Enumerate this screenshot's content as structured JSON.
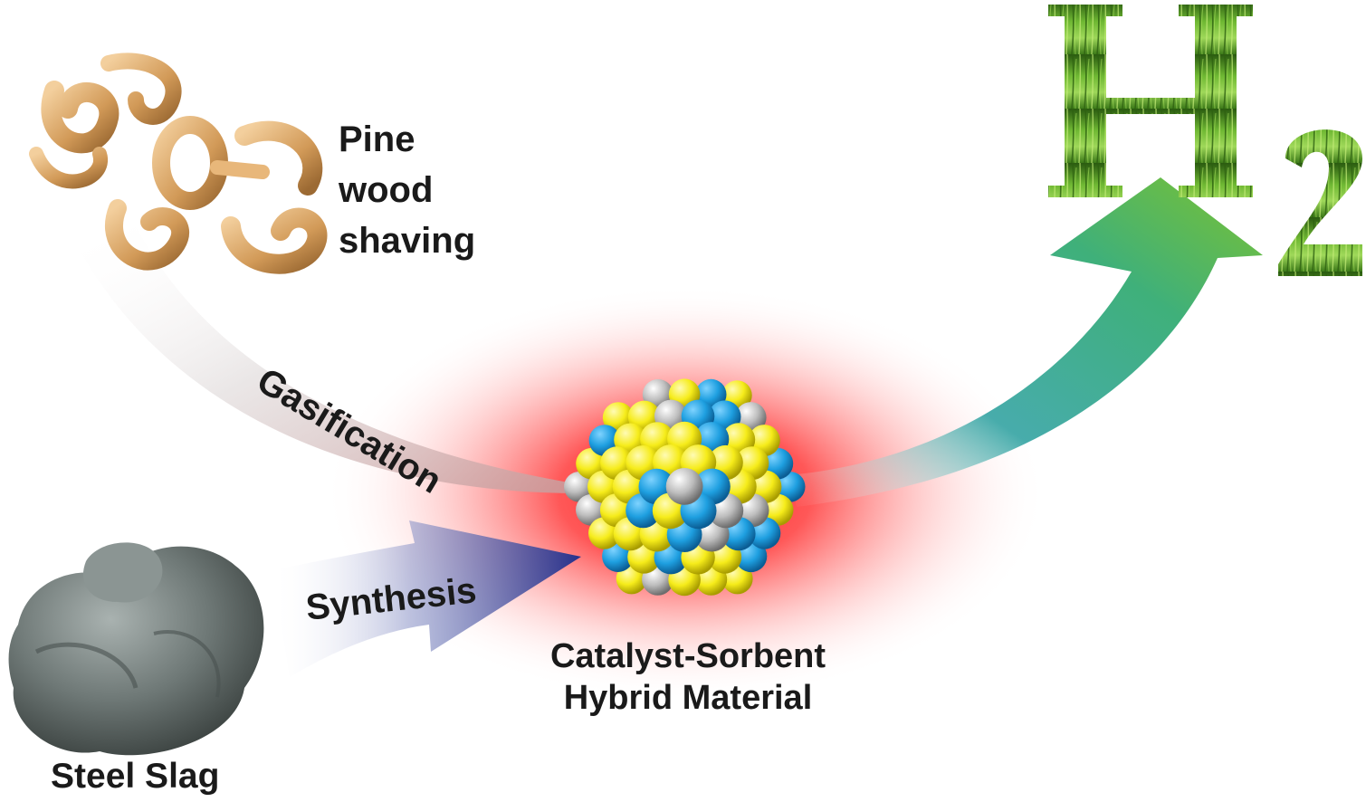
{
  "labels": {
    "pine_line1": "Pine",
    "pine_line2": "wood",
    "pine_line3": "shaving",
    "gasification": "Gasification",
    "synthesis": "Synthesis",
    "hybrid_line1": "Catalyst-Sorbent",
    "hybrid_line2": "Hybrid Material",
    "steel_slag": "Steel Slag",
    "product_symbol": "H",
    "product_subscript": "2"
  },
  "colors": {
    "glow": "#ff2a2a",
    "particle_blue": "#1e9fe0",
    "particle_yellow": "#f6ec1a",
    "particle_gray": "#b9b9b9",
    "synthesis_arrow": "#2b3a9a",
    "product_arrow_start": "#1f9aa0",
    "product_arrow_end": "#6cc030",
    "grass_light": "#8fd14a",
    "grass_dark": "#2f6a12",
    "wood": "#d9a466",
    "slag": "#6f7a78"
  },
  "icons": {
    "feedstock": "wood-shavings-icon",
    "raw_material": "steel-slag-rock-icon",
    "product": "hydrogen-h2-grass-text-icon",
    "material": "nanoparticle-sphere-icon"
  }
}
